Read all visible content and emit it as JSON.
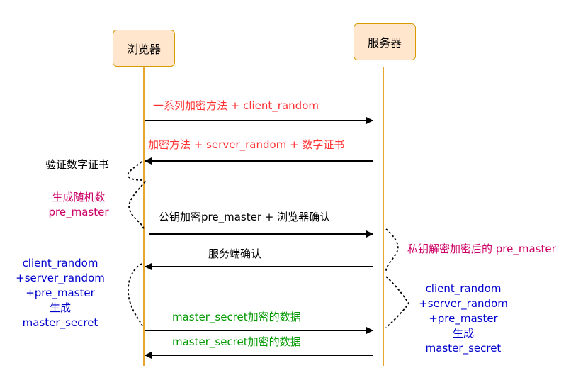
{
  "actors": {
    "browser": "浏览器",
    "server": "服务器"
  },
  "messages": {
    "m1": "一系列加密方法 + client_random",
    "m2": "加密方法  + server_random + 数字证书",
    "m3": "公钥加密pre_master + 浏览器确认",
    "m4": "服务端确认",
    "m5": "master_secret加密的数据",
    "m6": "master_secret加密的数据"
  },
  "notes": {
    "verify_cert": "验证数字证书",
    "gen_random": [
      "生成随机数",
      "pre_master"
    ],
    "server_decrypt": "私钥解密加密后的 pre_master",
    "client_gen": [
      "client_random",
      "+server_random",
      "+pre_master",
      "生成",
      "master_secret"
    ],
    "server_gen": [
      "client_random",
      "+server_random",
      "+pre_master",
      "生成",
      "master_secret"
    ]
  },
  "colors": {
    "actor_fill": "#ffe6cc",
    "actor_stroke": "#d79b00",
    "lifeline": "#e6a52e",
    "red": "#ff3333",
    "magenta": "#cc0066",
    "blue": "#0000cc",
    "green": "#009900"
  }
}
